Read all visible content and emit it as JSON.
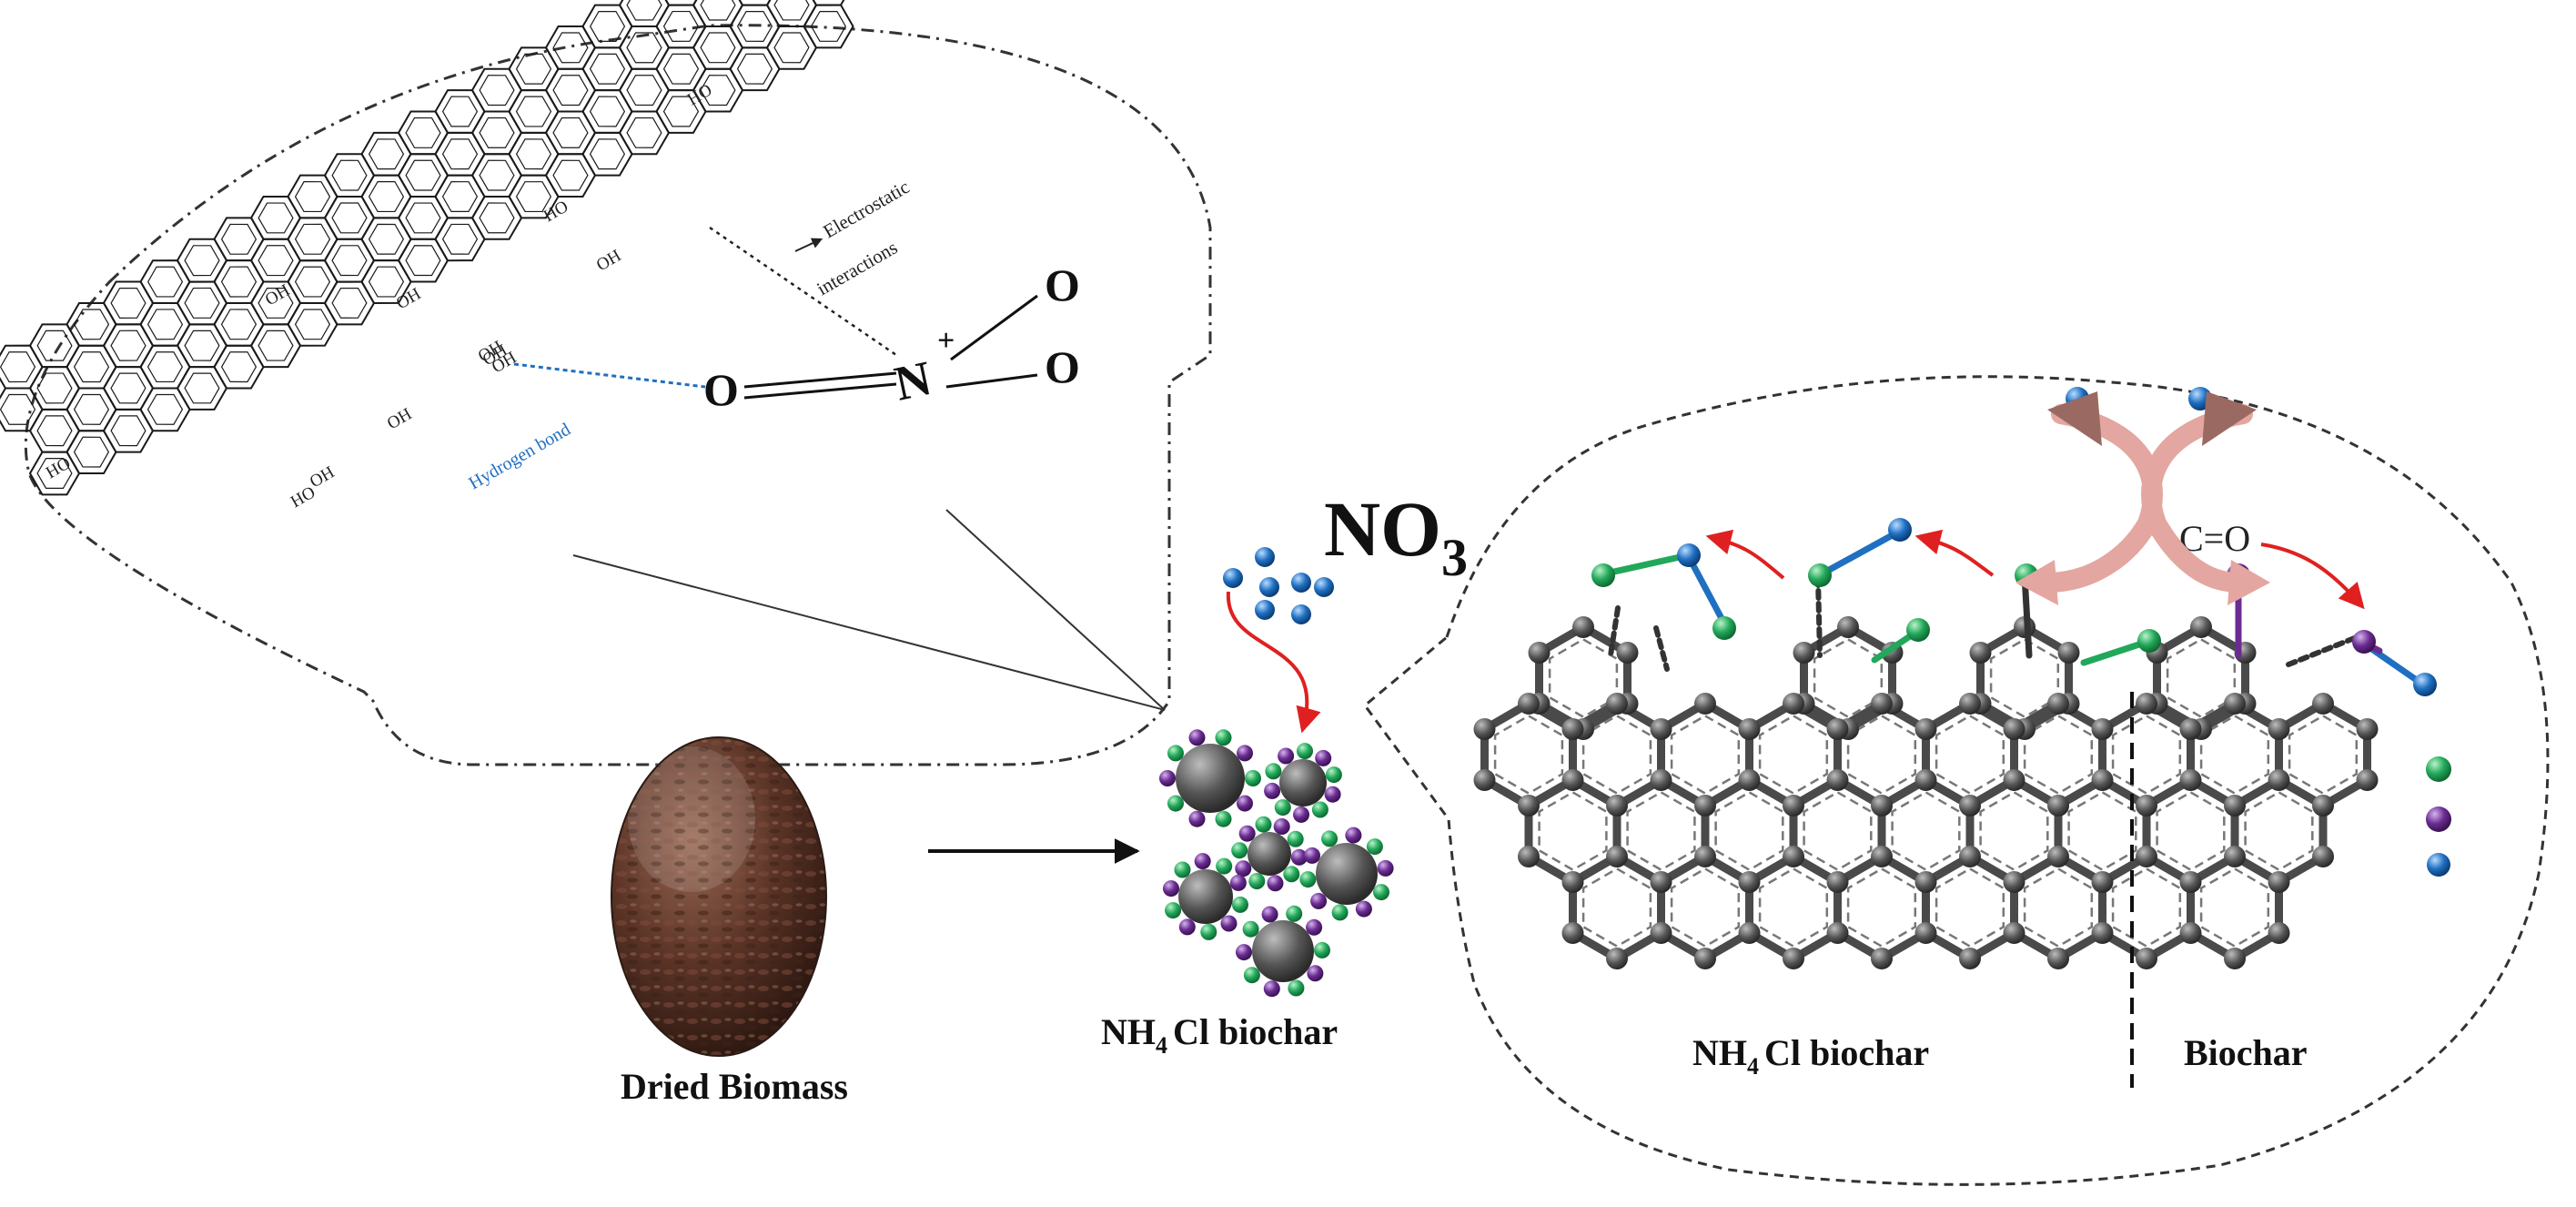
{
  "labels": {
    "dried_biomass": "Dried Biomass",
    "nh4cl_biochar_left_main": "NH",
    "nh4cl_biochar_left_sub": "4",
    "nh4cl_biochar_left_rest": "Cl biochar",
    "nh4cl_biochar_right_main": "NH",
    "nh4cl_biochar_right_sub": "4",
    "nh4cl_biochar_right_rest": "Cl biochar",
    "biochar": "Biochar",
    "no3_main": "NO",
    "no3_sub": "3",
    "co_label": "C=O",
    "electrostatic": "Electrostatic",
    "interactions": "interactions",
    "hydrogen_bond": "Hydrogen bond",
    "nitrate_o_left": "O",
    "nitrate_n": "N",
    "nitrate_plus": "+",
    "nitrate_o_top": "O",
    "nitrate_o_bottom": "O",
    "oh_labels": [
      "OH",
      "OH",
      "OH",
      "OH",
      "OH",
      "OH",
      "OH",
      "HO",
      "HO",
      "HO",
      "HO",
      "OH"
    ]
  },
  "colors": {
    "green": "#22a85a",
    "purple": "#6a2c91",
    "blue": "#1f6fc2",
    "carbon": "#4a4a4a",
    "arrow_red": "#e02020",
    "arrow_pink": "#e4a6a0",
    "arrow_brown": "#9a6a62"
  },
  "icons": {
    "biomass": "biomass-sphere-icon",
    "particles": "biochar-particle-cluster-icon",
    "no3_ions": "nitrate-ion-icon"
  }
}
